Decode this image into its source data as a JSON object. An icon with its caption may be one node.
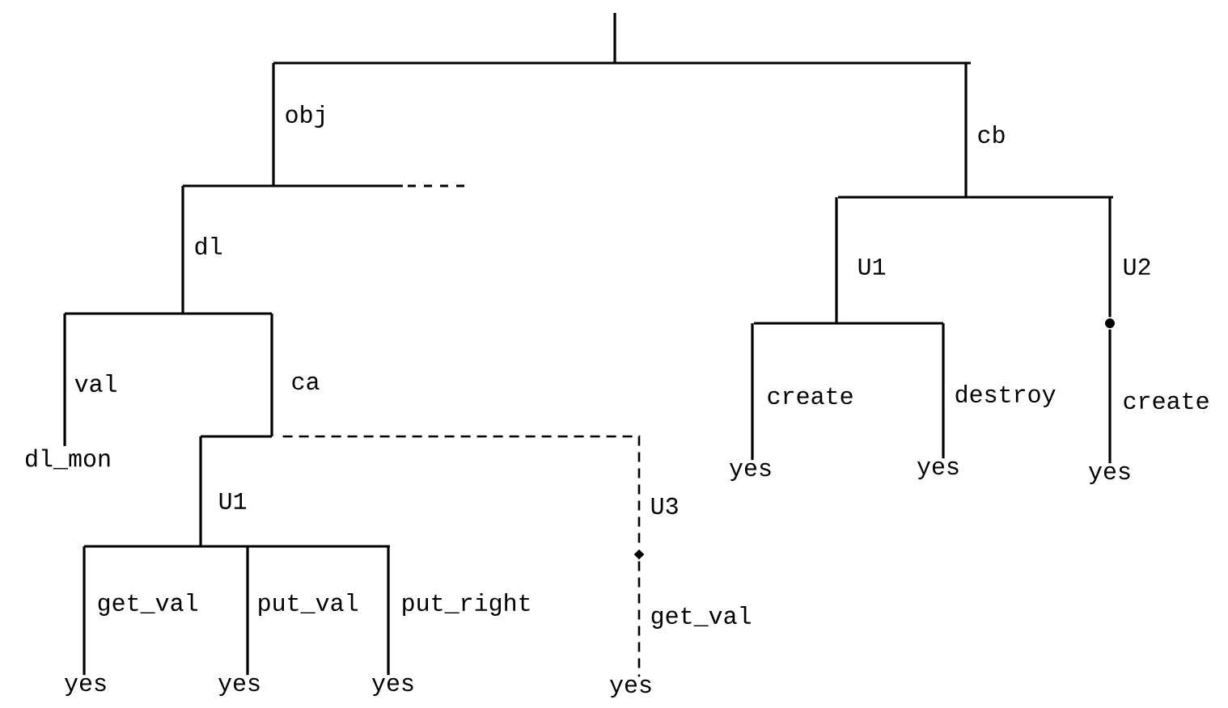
{
  "diagram": {
    "nodes": [
      {
        "text": [],
        "shape": "bar"
      },
      {
        "text": [],
        "shape": "bar"
      },
      {
        "text": [],
        "shape": "bar"
      },
      {
        "text": [
          "dl_mon"
        ]
      },
      {
        "text": [],
        "shape": "bar"
      },
      {
        "text": [],
        "shape": "bar"
      },
      {
        "text": [
          "yes"
        ]
      },
      {
        "text": [
          "yes"
        ]
      },
      {
        "text": [
          "yes"
        ]
      },
      {
        "text": [],
        "shape": "diamond"
      },
      {
        "text": [
          "yes"
        ]
      },
      {
        "text": [],
        "shape": "bar"
      },
      {
        "text": [],
        "shape": "bar"
      },
      {
        "text": [
          "yes"
        ]
      },
      {
        "text": [
          "yes"
        ]
      },
      {
        "text": [],
        "shape": "circle"
      },
      {
        "text": [
          "yes"
        ]
      }
    ],
    "edges": [
      {
        "from": null,
        "to": 0,
        "arrow": "none"
      },
      {
        "from": 0,
        "to": 1,
        "arrow": "none",
        "label": "obj"
      },
      {
        "from": 0,
        "to": 11,
        "arrow": "none",
        "label": "cb"
      },
      {
        "from": 1,
        "to": 2,
        "arrow": "none",
        "label": "dl"
      },
      {
        "from": 2,
        "to": 3,
        "arrow": "none",
        "label": "val"
      },
      {
        "from": 2,
        "to": 4,
        "arrow": "none",
        "label": "ca"
      },
      {
        "from": 4,
        "to": 5,
        "arrow": "none",
        "label": "U1"
      },
      {
        "from": 5,
        "to": 6,
        "arrow": "none",
        "label": "get_val"
      },
      {
        "from": 5,
        "to": 7,
        "arrow": "none",
        "label": "put_val"
      },
      {
        "from": 5,
        "to": 8,
        "arrow": "none",
        "label": "put_right"
      },
      {
        "from": 4,
        "to": 9,
        "arrow": "none",
        "label": "U3",
        "style": "dashed"
      },
      {
        "from": 9,
        "to": 10,
        "arrow": "none",
        "label": "get_val",
        "style": "dashed"
      },
      {
        "from": 11,
        "to": 12,
        "arrow": "none",
        "label": "U1"
      },
      {
        "from": 12,
        "to": 13,
        "arrow": "none",
        "label": "create"
      },
      {
        "from": 12,
        "to": 14,
        "arrow": "none",
        "label": "destroy"
      },
      {
        "from": 11,
        "to": 15,
        "arrow": "none",
        "label": "U2"
      },
      {
        "from": 15,
        "to": 16,
        "arrow": "none",
        "label": "create"
      }
    ]
  }
}
